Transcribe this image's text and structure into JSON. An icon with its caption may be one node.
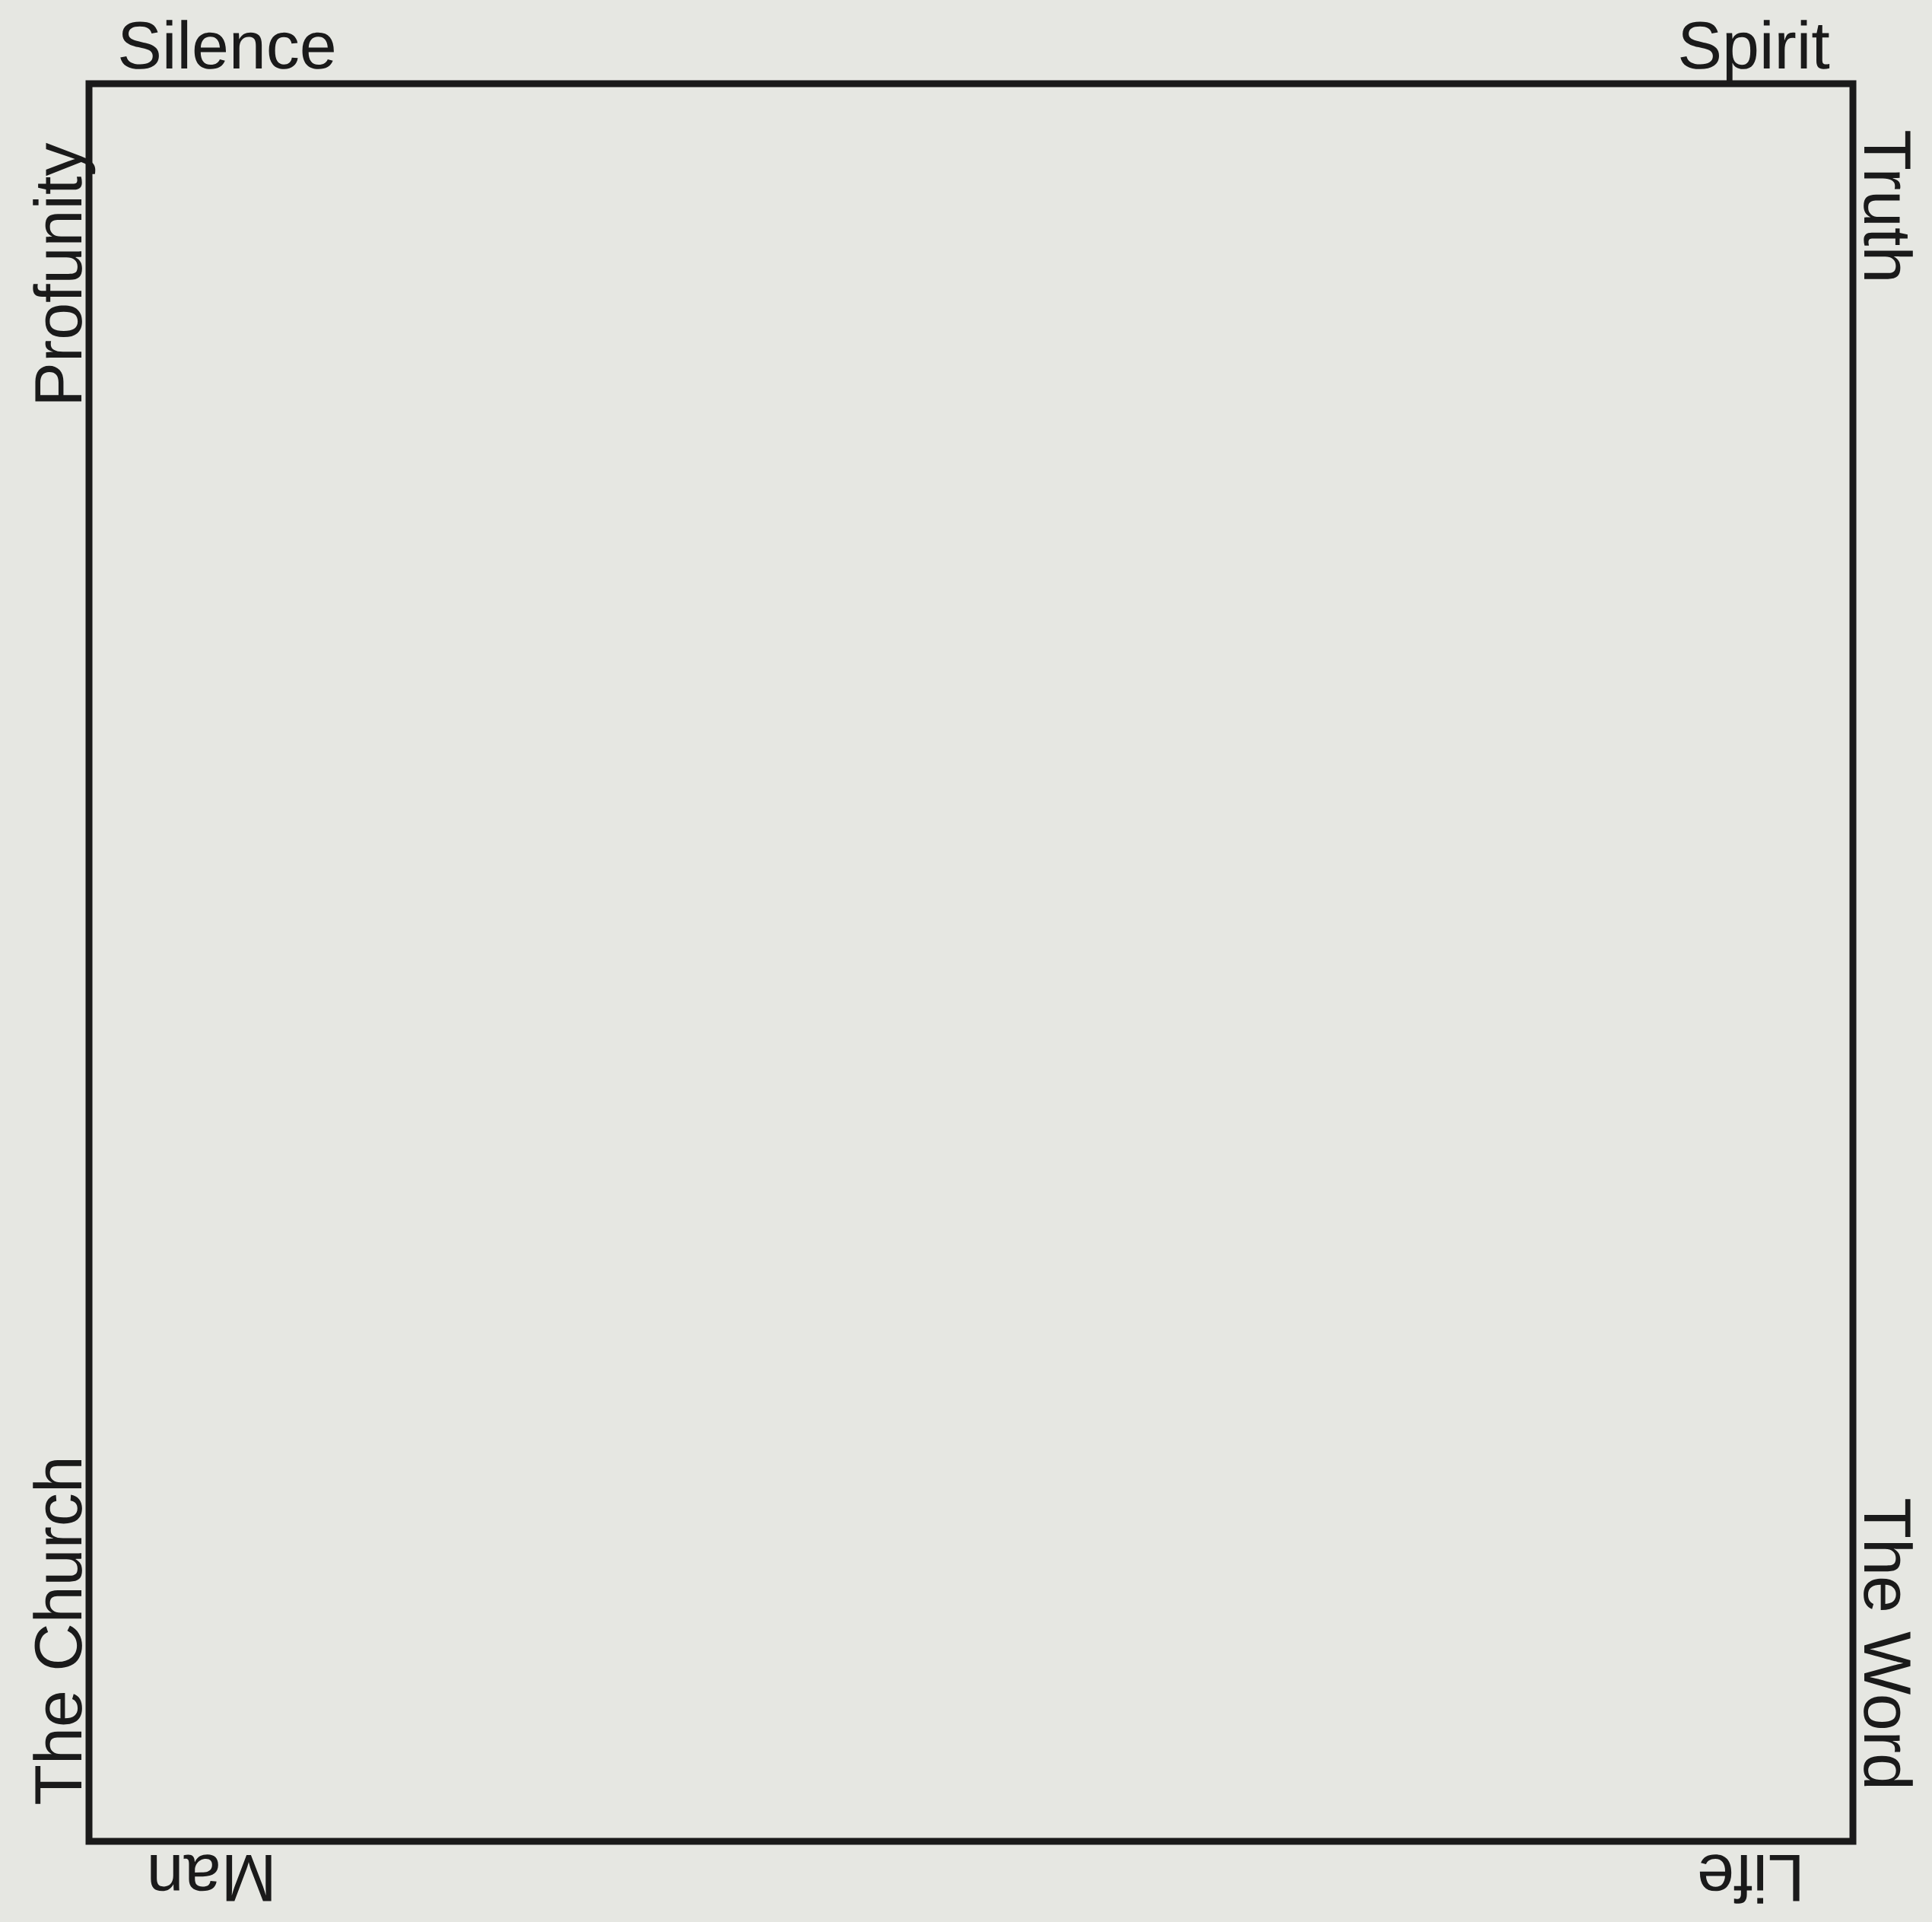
{
  "diagram": {
    "labels": [
      "Silence",
      "Spirit",
      "Profunity",
      "Truth",
      "The Church",
      "The Word",
      "Man",
      "Life"
    ]
  }
}
